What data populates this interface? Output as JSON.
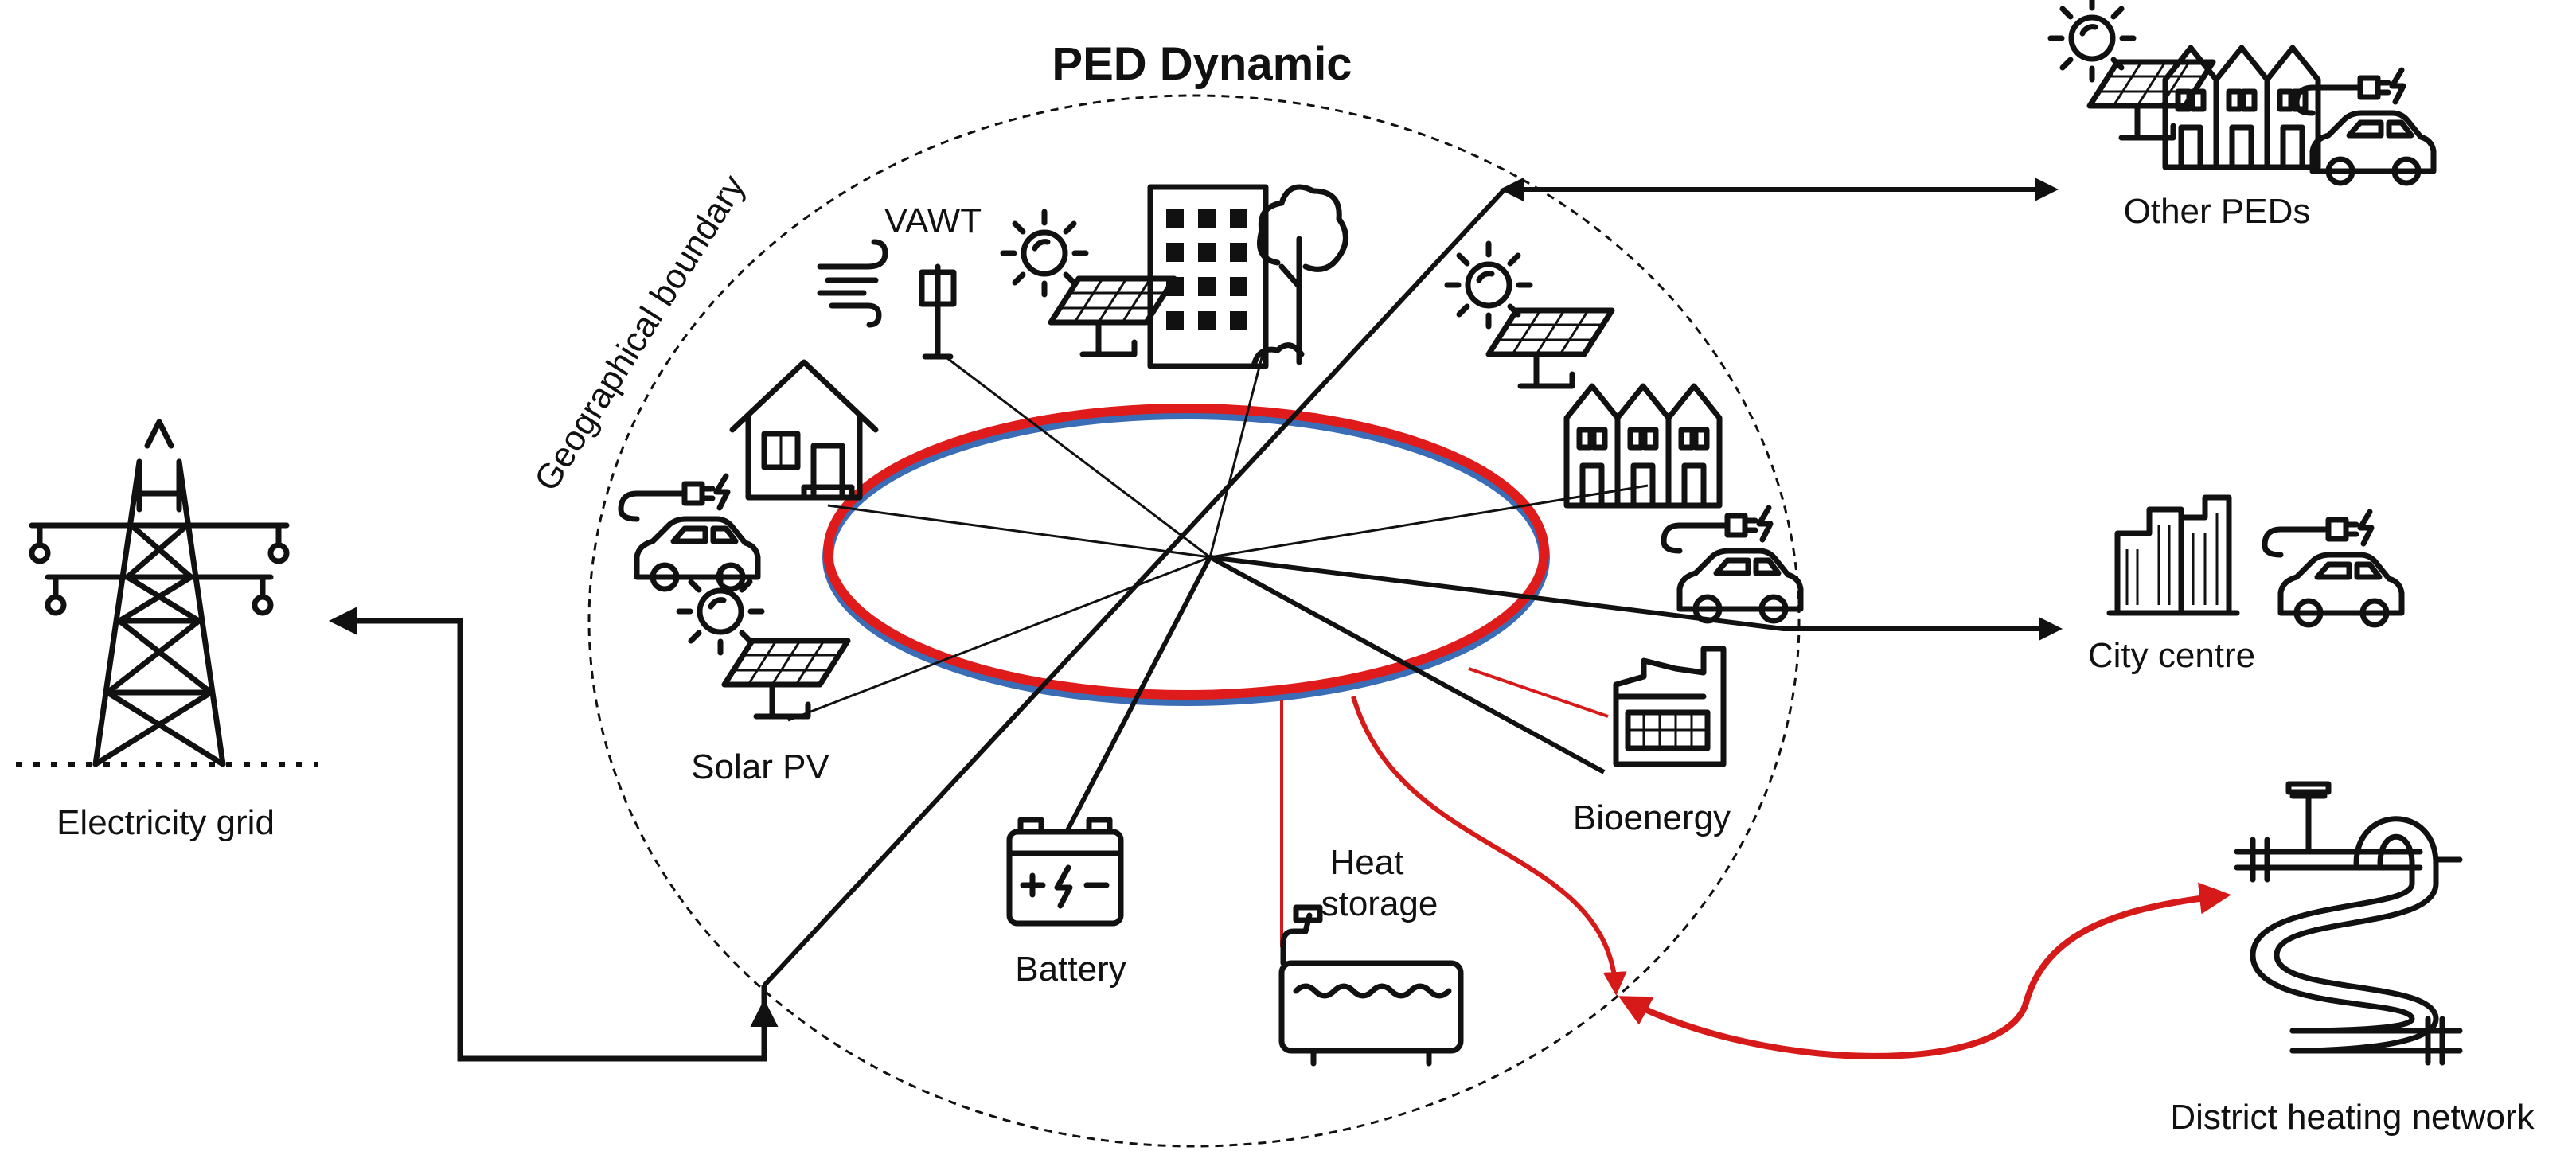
{
  "diagram": {
    "title": "PED Dynamic",
    "boundary_label": "Geographical boundary",
    "labels": {
      "vawt": "VAWT",
      "solar_pv": "Solar PV",
      "battery": "Battery",
      "heat_storage_line1": "Heat",
      "heat_storage_line2": "storage",
      "bioenergy": "Bioenergy",
      "electricity_grid": "Electricity grid",
      "other_peds": "Other PEDs",
      "city_centre": "City centre",
      "district_heating": "District heating network"
    },
    "colors": {
      "electric_ring": "#e01b1b",
      "thermal_ring": "#3a6db5",
      "heat_link": "#d61a1a",
      "line": "#111111"
    },
    "icons": [
      "wind-icon",
      "wind-turbine-icon",
      "sun-icon",
      "solar-panel-icon",
      "apartment-building-icon",
      "tree-icon",
      "house-icon",
      "terraced-houses-icon",
      "electric-car-icon",
      "battery-icon",
      "heat-storage-tank-icon",
      "factory-icon",
      "transmission-tower-icon",
      "city-buildings-icon",
      "district-heating-pipes-icon"
    ]
  }
}
